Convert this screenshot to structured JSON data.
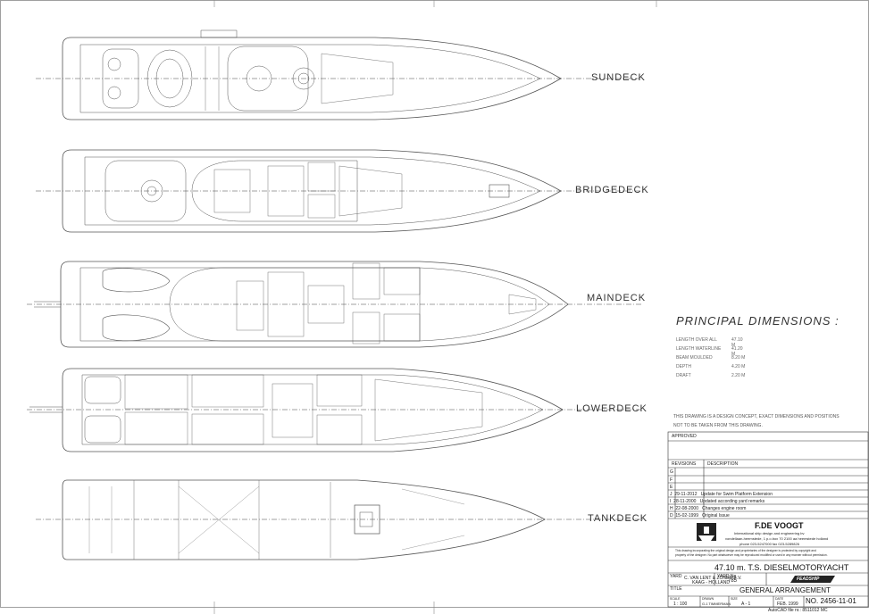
{
  "decks": [
    {
      "label": "SUNDECK"
    },
    {
      "label": "BRIDGEDECK"
    },
    {
      "label": "MAINDECK"
    },
    {
      "label": "LOWERDECK"
    },
    {
      "label": "TANKDECK"
    }
  ],
  "principal_dimensions": {
    "title": "PRINCIPAL DIMENSIONS :",
    "rows": [
      {
        "label": "LENGTH OVER ALL",
        "value": "47.10 M"
      },
      {
        "label": "LENGTH WATERLINE",
        "value": "41.20 M"
      },
      {
        "label": "BEAM MOULDED",
        "value": "8.20 M"
      },
      {
        "label": "DEPTH",
        "value": "4.20 M"
      },
      {
        "label": "DRAFT",
        "value": "2.20 M"
      }
    ]
  },
  "note_lines": [
    "THIS DRAWING IS A DESIGN CONCEPT, EXACT DIMENSIONS AND POSITIONS",
    "NOT TO BE TAKEN FROM THIS DRAWING."
  ],
  "title_block": {
    "approved_label": "APPROVED",
    "revisions_label": "REVISIONS",
    "description_label": "DESCRIPTION",
    "rev_letters": [
      "G",
      "F",
      "E"
    ],
    "revisions": [
      {
        "rev": "J",
        "date": "29-11-2012",
        "desc": "Update for Swim Platform Extension"
      },
      {
        "rev": "I",
        "date": "28-11-2000",
        "desc": "Updated according yard remarks"
      },
      {
        "rev": "H",
        "date": "22-08-2000",
        "desc": "Changes engine room"
      },
      {
        "rev": "D",
        "date": "15-02-1999",
        "desc": "Original Issue"
      }
    ],
    "company": "F.DE VOOGT",
    "company_sub": "International ship design and engineering bv",
    "company_addr": "vondellaan-heemstede, 1 p.o.box 70 2100 aa heemstede holland",
    "company_phone": "phone 023-5247000  fax 023-5289826",
    "copyright_1": "This drawing incorporating the original design and proprietaries of the designer is protected by copyright and",
    "copyright_2": "property of the designer. No part whatsoever may be reproduced modified or used in any manner without permission.",
    "vessel": "47.10 m. T.S. DIESELMOTORYACHT",
    "yard_label": "YARD",
    "yard_name": "C. VAN LENT & ZONEN B.V.",
    "yard_place": "KAAG - HOLLAND",
    "yard_no_label": "YARD No",
    "yard_no": "785",
    "brand": "FEADSHIP",
    "title_label": "TITLE",
    "drawing_title": "GENERAL ARRANGEMENT",
    "scale_label": "SCALE",
    "scale": "1 : 100",
    "drawn_label": "DRAWN",
    "drawn": "G.J.TIMMERMAN",
    "size_label": "SIZE",
    "size": "A - 1",
    "date_label": "DATE",
    "date": "FEB. 1999",
    "drawing_no": "NO. 2456-11-01",
    "autocad": "AutoCAD file nr.: 8511012 MC"
  },
  "colors": {
    "line": "#555555",
    "background": "#ffffff"
  }
}
